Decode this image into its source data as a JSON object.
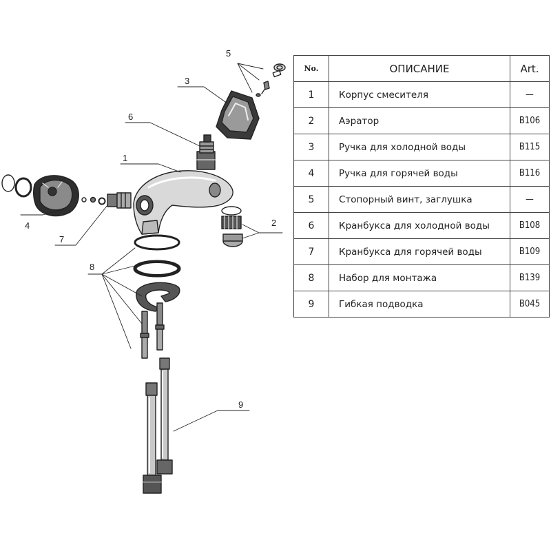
{
  "table": {
    "headers": {
      "no": "No.",
      "description": "ОПИСАНИЕ",
      "art": "Art."
    },
    "rows": [
      {
        "no": "1",
        "description": "Корпус смесителя",
        "art": "—"
      },
      {
        "no": "2",
        "description": "Аэратор",
        "art": "B106"
      },
      {
        "no": "3",
        "description": "Ручка для холодной воды",
        "art": "B115"
      },
      {
        "no": "4",
        "description": "Ручка для горячей воды",
        "art": "B116"
      },
      {
        "no": "5",
        "description": "Стопорный винт, заглушка",
        "art": "—"
      },
      {
        "no": "6",
        "description": "Кранбукса для холодной воды",
        "art": "B108"
      },
      {
        "no": "7",
        "description": "Кранбукса для горячей воды",
        "art": "B109"
      },
      {
        "no": "8",
        "description": "Набор для монтажа",
        "art": "B139"
      },
      {
        "no": "9",
        "description": "Гибкая подводка",
        "art": "B045"
      }
    ]
  },
  "diagram": {
    "callouts": [
      "1",
      "2",
      "3",
      "4",
      "5",
      "6",
      "7",
      "8",
      "9"
    ]
  }
}
